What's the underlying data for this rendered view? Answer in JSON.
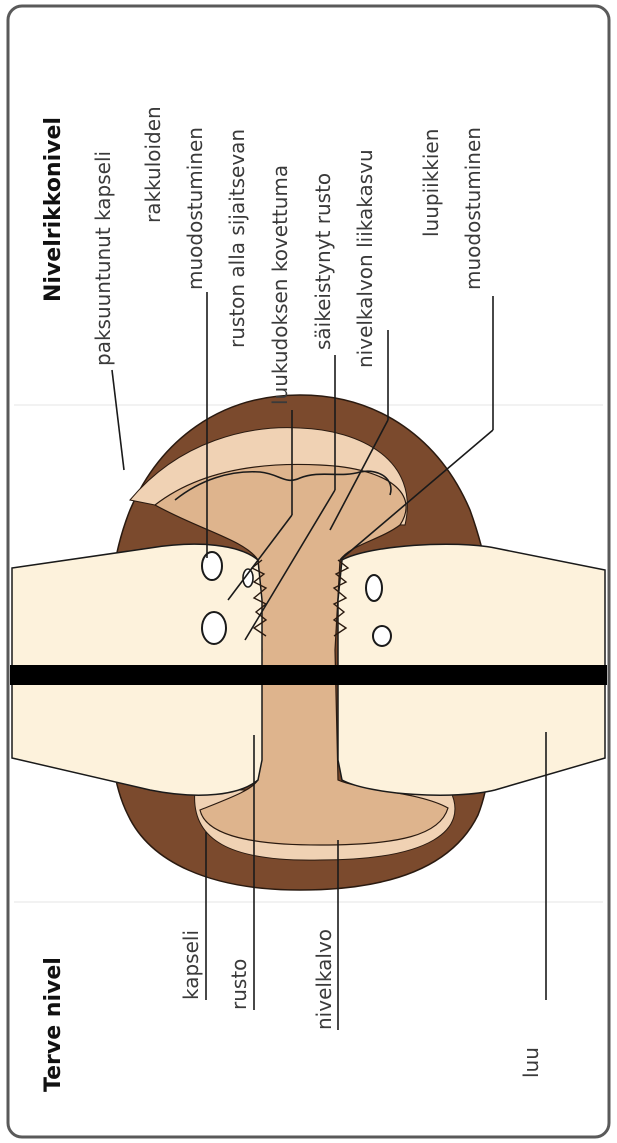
{
  "titles": {
    "osteoarthritis": "Nivelrikkonivel",
    "healthy": "Terve nivel"
  },
  "labels": {
    "thickened_capsule": "paksuuntunut kapseli",
    "cyst_line1": "rakkuloiden",
    "cyst_line2": "muodostuminen",
    "subchondral_line1": "ruston alla sijaitsevan",
    "subchondral_line2": "luukudoksen kovettuma",
    "fibrillated_cartilage": "säikeistynyt rusto",
    "synovial_hyperplasia": "nivelkalvon liikakasvu",
    "osteophyte_line1": "luupiikkien",
    "osteophyte_line2": "muodostuminen",
    "capsule": "kapseli",
    "cartilage": "rusto",
    "synovium": "nivelkalvo",
    "bone": "luu"
  },
  "colors": {
    "border": "#5a5a5a",
    "capsule_dark": "#7b4a2d",
    "cartilage_tan": "#deb48d",
    "synovium_light": "#f0d2b4",
    "bone_cream": "#fdf2dc",
    "divider": "#000000",
    "label_text": "#3a3a3a",
    "title_text": "#111111"
  }
}
